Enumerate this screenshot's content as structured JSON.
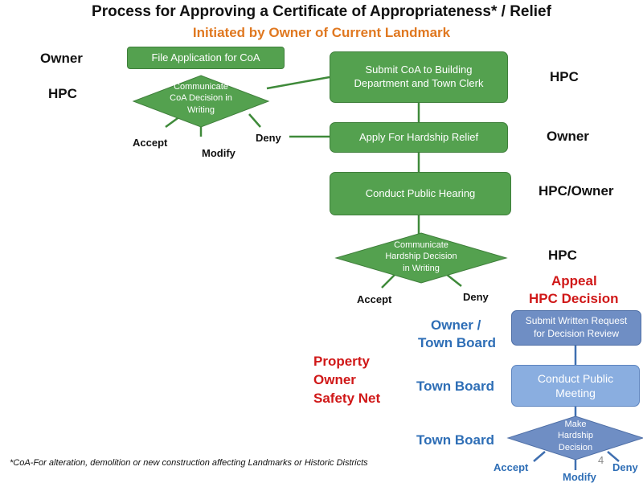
{
  "title": "Process for Approving a Certificate of Appropriateness* / Relief",
  "subtitle": "Initiated by Owner of Current Landmark",
  "roles": {
    "owner1": "Owner",
    "hpc1": "HPC",
    "hpc2": "HPC",
    "owner2": "Owner",
    "hpc_owner": "HPC/Owner",
    "hpc3": "HPC",
    "owner_town_board_1": "Owner /",
    "owner_town_board_2": "Town Board",
    "town_board_1": "Town Board",
    "town_board_2": "Town Board"
  },
  "appeal": {
    "line1": "Appeal",
    "line2": "HPC Decision"
  },
  "safety_net": {
    "line1": "Property",
    "line2": "Owner",
    "line3": "Safety Net"
  },
  "nodes": {
    "file_app": "File Application for CoA",
    "submit_line1": "Submit CoA to Building",
    "submit_line2": "Department and Town Clerk",
    "comm_line1": "Communicate",
    "comm_line2": "CoA Decision in",
    "comm_line3": "Writing",
    "hardship": "Apply For Hardship Relief",
    "hearing": "Conduct Public Hearing",
    "hdec_line1": "Communicate",
    "hdec_line2": "Hardship Decision",
    "hdec_line3": "in Writing",
    "written_line1": "Submit Written Request",
    "written_line2": "for Decision Review",
    "meeting_line1": "Conduct  Public",
    "meeting_line2": "Meeting",
    "make_line1": "Make",
    "make_line2": "Hardship",
    "make_line3": "Decision"
  },
  "edge_labels": {
    "accept1": "Accept",
    "modify1": "Modify",
    "deny1": "Deny",
    "accept2": "Accept",
    "deny2": "Deny",
    "accept3": "Accept",
    "modify3": "Modify",
    "deny3": "Deny"
  },
  "footnote": "*CoA-For alteration, demolition or new construction affecting Landmarks or Historic Districts",
  "page_number": "4",
  "colors": {
    "green": "#54a14f",
    "blue": "#6f8ec4",
    "light_blue": "#8aaee0",
    "orange": "#e07820",
    "red": "#d01818",
    "role_blue": "#2e6eb6"
  }
}
